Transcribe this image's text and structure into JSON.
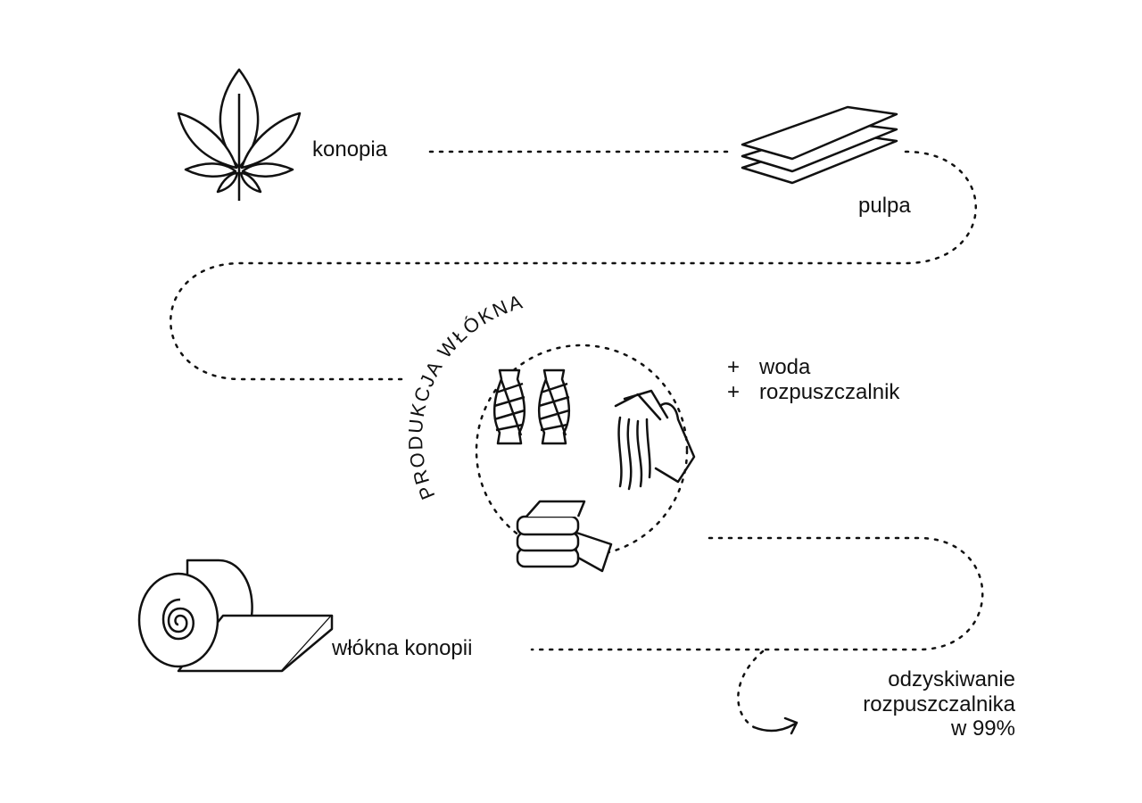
{
  "labels": {
    "hemp": "konopia",
    "pulp": "pulpa",
    "fiber_production": "PRODUKCJA WŁÓKNA",
    "additions": [
      {
        "sign": "+",
        "text": "woda"
      },
      {
        "sign": "+",
        "text": "rozpuszczalnik"
      }
    ],
    "hemp_fibers": "włókna konopii",
    "recovery": [
      "odzyskiwanie",
      "rozpuszczalnika",
      "w 99%"
    ]
  },
  "icons": [
    "hemp-leaf-icon",
    "pulp-sheets-icon",
    "thread-spools-icon",
    "hand-fibers-icon",
    "folded-fabric-icon",
    "fiber-roll-icon",
    "return-arrow-icon"
  ],
  "colors": {
    "ink": "#111111",
    "background": "#ffffff"
  }
}
